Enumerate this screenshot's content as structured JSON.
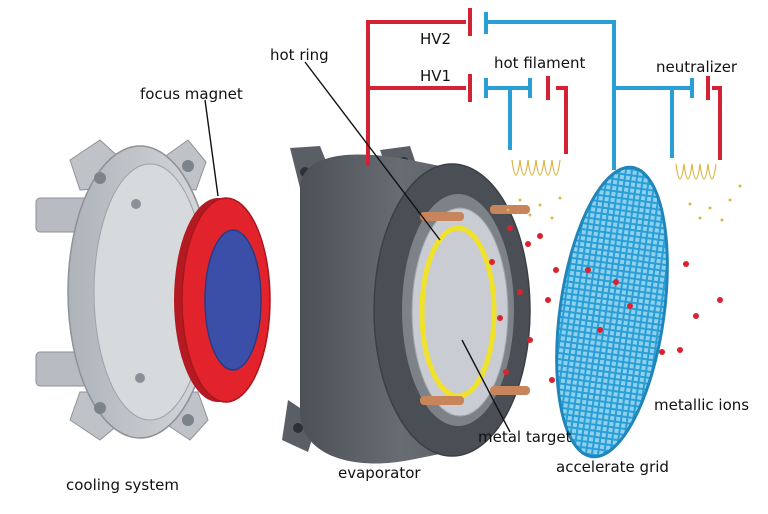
{
  "labels": {
    "focus_magnet": "focus magnet",
    "hot_ring": "hot ring",
    "hv2": "HV2",
    "hv1": "HV1",
    "hot_filament": "hot filament",
    "neutralizer": "neutralizer",
    "cooling_system": "cooling system",
    "evaporator": "evaporator",
    "metal_target": "metal target",
    "accelerate_grid": "accelerate grid",
    "metallic_ions": "metallic ions"
  },
  "colors": {
    "red_wire": "#d42235",
    "blue_wire": "#2a9fd6",
    "cooling_body": "#c9cdd2",
    "magnet": "#e3232c",
    "magnet_core": "#3b4fa8",
    "evaporator_body": "#5b6066",
    "target": "#c9ccd2",
    "hot_ring": "#f0e22a",
    "rod": "#c8845a",
    "grid": "#2a9fd6",
    "ion": "#d9242f",
    "spark": "#d9b84a"
  }
}
